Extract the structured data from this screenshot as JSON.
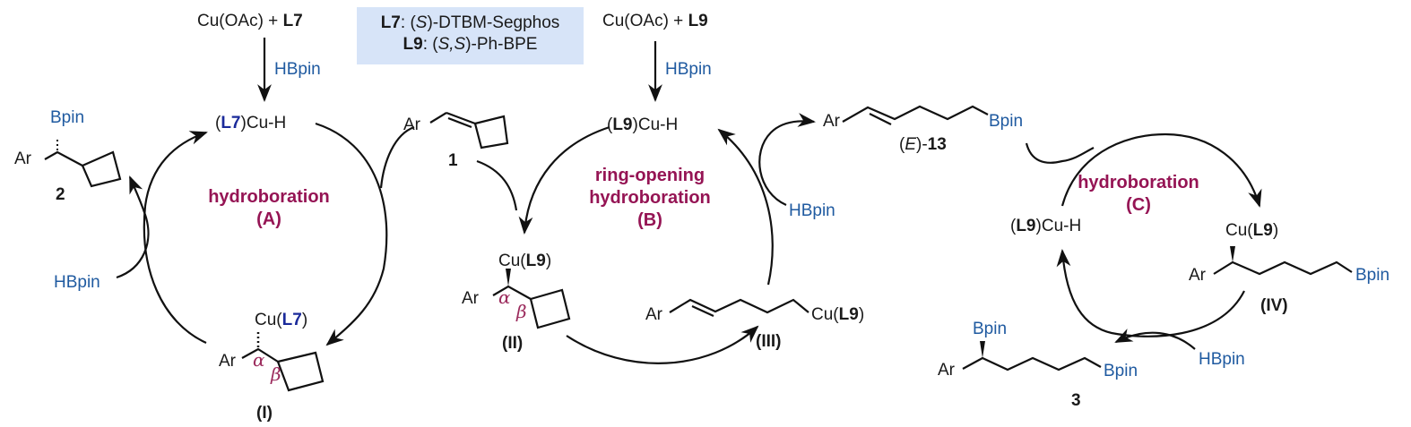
{
  "legend": {
    "line1_ligand": "L7",
    "line1_sep": ": (",
    "line1_stereo": "S",
    "line1_name": ")-DTBM-Segphos",
    "line2_ligand": "L9",
    "line2_sep": ": (",
    "line2_stereo": "S,S",
    "line2_name": ")-Ph-BPE"
  },
  "reagents": {
    "cuoac": "Cu(OAc) + ",
    "l7": "L7",
    "l9": "L9",
    "hbpin": "HBpin"
  },
  "cycles": {
    "A": {
      "name": "hydroboration",
      "label": "(A)"
    },
    "B": {
      "name_line1": "ring-opening",
      "name_line2": "hydroboration",
      "label": "(B)"
    },
    "C": {
      "name": "hydroboration",
      "label": "(C)"
    }
  },
  "species": {
    "cuh_open": "(",
    "cuh_close": ")Cu-H",
    "cu_open": "Cu(",
    "cu_close": ")",
    "ar": "Ar",
    "bpin": "Bpin",
    "alpha": "α",
    "beta": "β"
  },
  "labels": {
    "compound1": "1",
    "compound2": "2",
    "compound3": "3",
    "compound13_prefix": "(",
    "compound13_E": "E",
    "compound13_suffix": ")-",
    "compound13_num": "13",
    "int1": "(I)",
    "int2": "(II)",
    "int3": "(III)",
    "int4": "(IV)"
  },
  "colors": {
    "reagent_blue": "#1f5aa0",
    "cycle_label_magenta": "#951454",
    "ligand_navy": "#1a2a9a",
    "legend_bg": "#d7e4f8"
  }
}
